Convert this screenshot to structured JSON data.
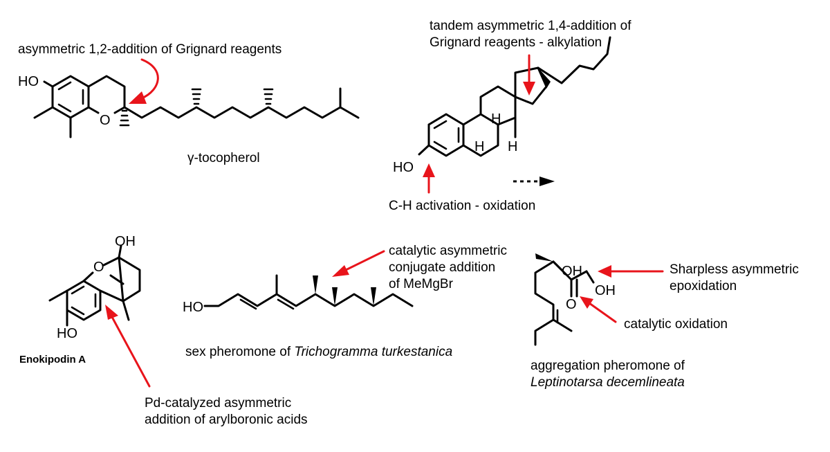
{
  "labels": {
    "tocopherol_name": "γ-tocopherol",
    "tocopherol_note": "asymmetric 1,2-addition of Grignard reagents",
    "steroid_note_line1": "tandem asymmetric 1,4-addition of",
    "steroid_note_line2": "Grignard reagents - alkylation",
    "steroid_note_bottom": "C-H activation - oxidation",
    "enokipodin_name": "Enokipodin A",
    "enokipodin_note_line1": "Pd-catalyzed asymmetric",
    "enokipodin_note_line2": "addition of arylboronic acids",
    "pheromone_note_line1": "catalytic asymmetric",
    "pheromone_note_line2": "conjugate addition",
    "pheromone_note_line3": "of MeMgBr",
    "pheromone_name_prefix": "sex pheromone of ",
    "pheromone_name_species": "Trichogramma turkestanica",
    "aggregation_line1": "aggregation pheromone of",
    "aggregation_species": "Leptinotarsa decemlineata",
    "sharpless_line1": "Sharpless asymmetric",
    "sharpless_line2": "epoxidation",
    "catalytic_oxidation": "catalytic oxidation"
  },
  "atoms": {
    "ho": "HO",
    "oh": "OH",
    "o": "O",
    "h": "H"
  },
  "colors": {
    "arrow": "#e8141b",
    "ink": "#000000"
  }
}
